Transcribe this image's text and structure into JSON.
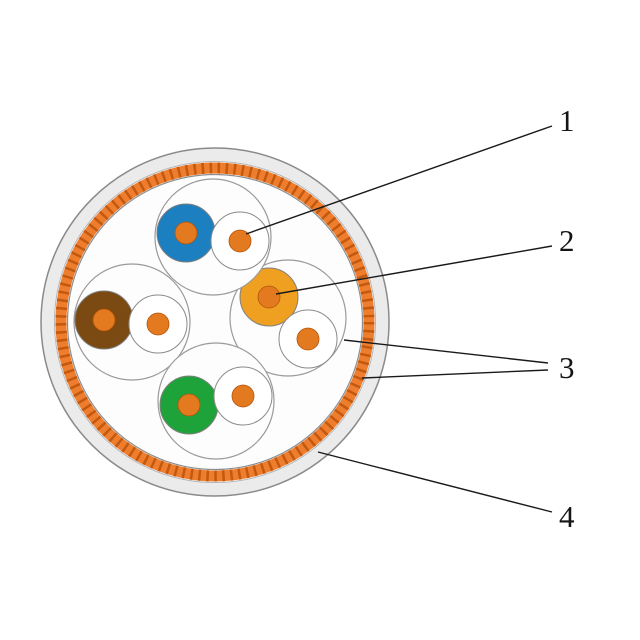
{
  "diagram": {
    "title": "twisted-pair-cable-cross-section",
    "callouts": [
      {
        "label": "1",
        "points_to": "white-insulated-conductor"
      },
      {
        "label": "2",
        "points_to": "orange-insulated-conductor"
      },
      {
        "label": "3",
        "points_to": "pair-wrap-and-shield"
      },
      {
        "label": "4",
        "points_to": "outer-jacket"
      }
    ],
    "colors": {
      "jacket_fill": "#ebebeb",
      "jacket_stroke": "#8a8a8a",
      "shield_orange": "#ef7d2e",
      "shield_dash": "#c2590f",
      "interior": "#fdfdfd",
      "wire_blue": "#1c7fc0",
      "wire_orange": "#f0a020",
      "wire_brown": "#7a4a12",
      "wire_green": "#1ea33b",
      "wire_white": "#ffffff",
      "conductor": "#e47a20",
      "line": "#1a1a1a"
    }
  }
}
